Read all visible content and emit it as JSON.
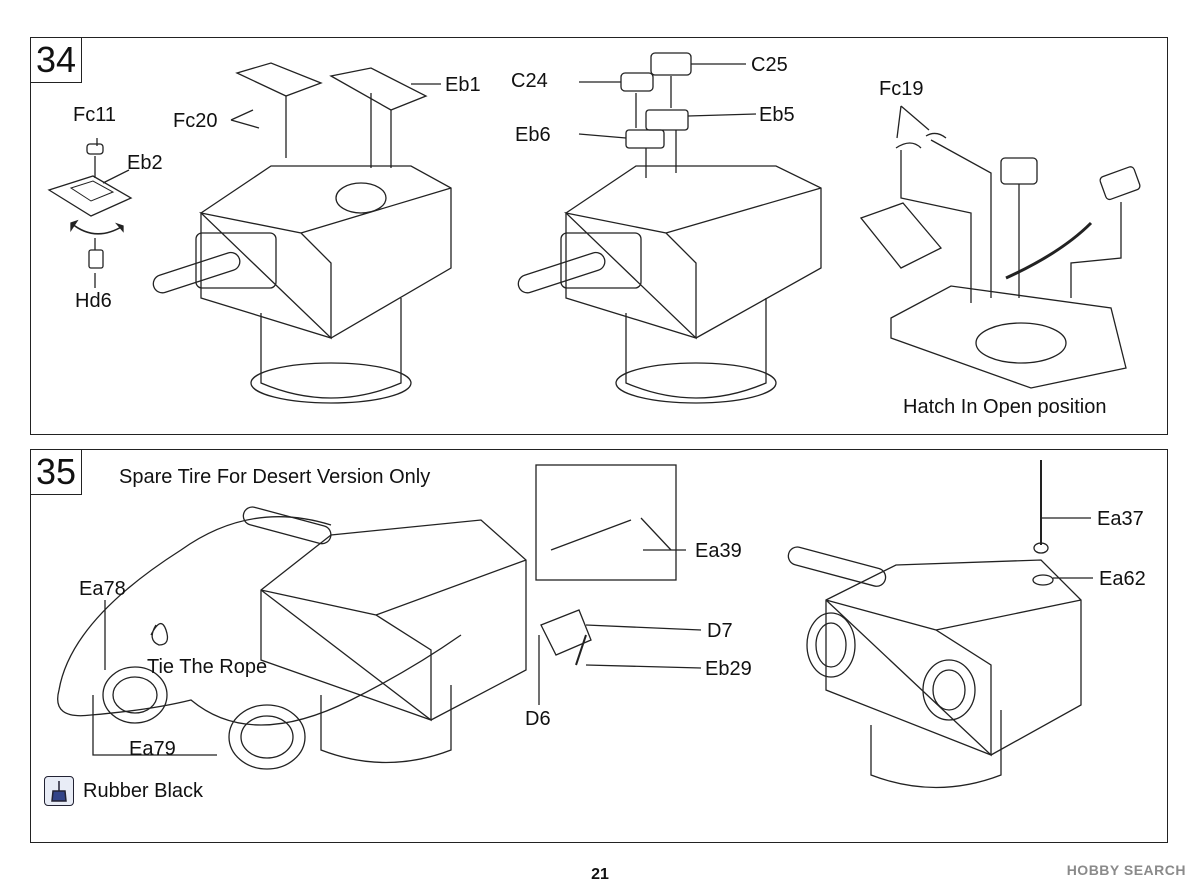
{
  "steps": [
    {
      "number": "34",
      "labels": [
        "Fc11",
        "Eb2",
        "Hd6",
        "Fc20",
        "Eb1",
        "C24",
        "C25",
        "Eb6",
        "Eb5",
        "Fc19"
      ],
      "note": "Hatch In Open position"
    },
    {
      "number": "35",
      "title": "Spare Tire For Desert Version Only",
      "labels": [
        "Ea78",
        "Ea79",
        "Ea39",
        "D7",
        "Eb29",
        "D6",
        "Ea37",
        "Ea62"
      ],
      "rope_note": "Tie The Rope",
      "paint_note": "Rubber Black"
    }
  ],
  "page_number": "21",
  "watermark": "HOBBY SEARCH",
  "icons": [
    "paint-brush-icon"
  ]
}
